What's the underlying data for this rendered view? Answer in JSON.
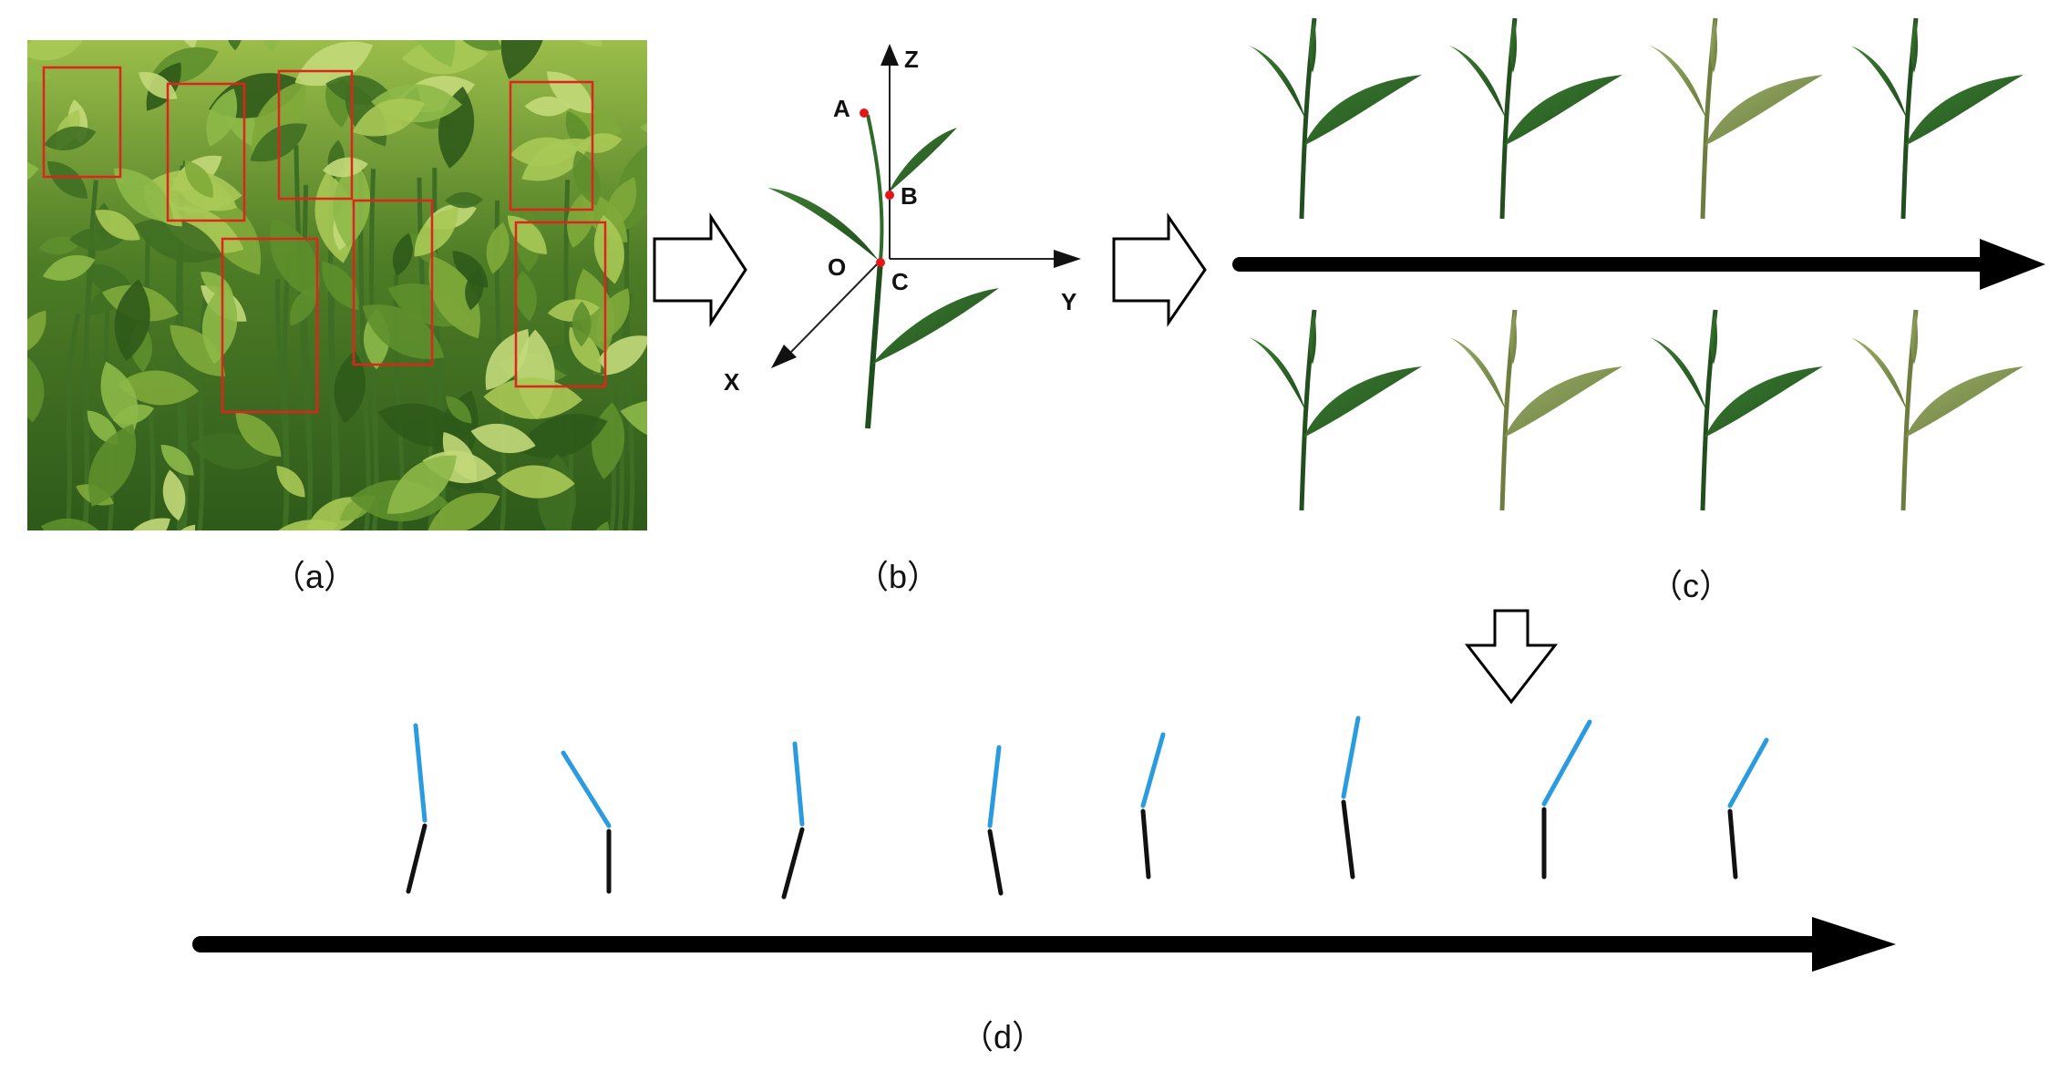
{
  "panels": {
    "a": {
      "caption": "（a）"
    },
    "b": {
      "caption": "（b）",
      "axes": {
        "x": "X",
        "y": "Y",
        "z": "Z"
      },
      "points": {
        "a": "A",
        "b": "B",
        "c": "C",
        "o": "O"
      },
      "point_color": "#e8141b"
    },
    "c": {
      "caption": "（c）",
      "leaf_samples": 8
    },
    "d": {
      "caption": "（d）",
      "skeleton_count": 8
    }
  },
  "colors": {
    "arrow_outline": "#000000",
    "leaf_dark": "#2f6b2a",
    "leaf_light": "#8fa35a",
    "photo_box": "#e0241c",
    "skeleton_upper": "#2b9be0",
    "skeleton_lower": "#111111"
  }
}
